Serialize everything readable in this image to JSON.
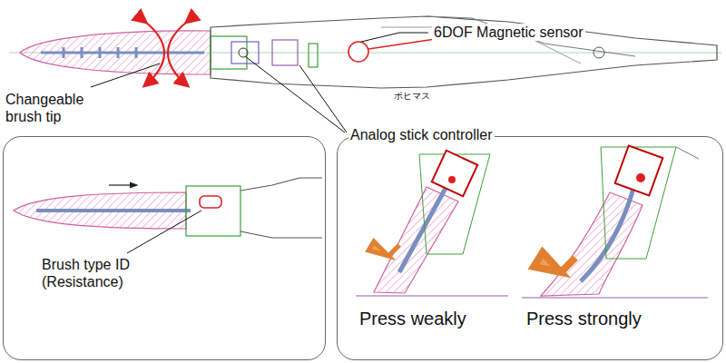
{
  "diagram": {
    "nodes": [
      {
        "text": [
          "Brush type ID (Resistance)"
        ]
      },
      {
        "text": [
          "Press weakly",
          "Press strongly"
        ]
      }
    ],
    "labels": [
      "6DOF Magnetic sensor",
      "Changeable brush tip",
      "Analog stick controller",
      "ポヒマス"
    ]
  }
}
